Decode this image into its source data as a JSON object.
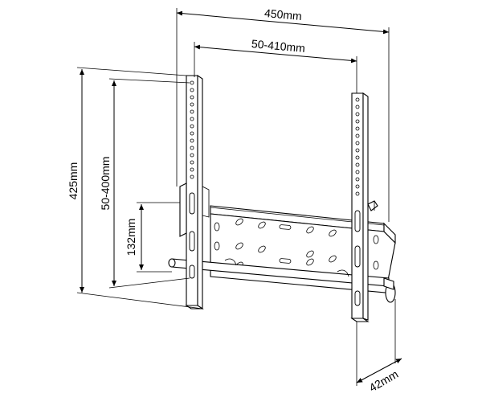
{
  "dimensions": {
    "overall_width": "450mm",
    "vesa_horizontal": "50-410mm",
    "overall_height": "425mm",
    "vesa_vertical": "50-400mm",
    "plate_height": "132mm",
    "depth": "42mm"
  },
  "colors": {
    "line": "#000000",
    "background": "#ffffff"
  }
}
